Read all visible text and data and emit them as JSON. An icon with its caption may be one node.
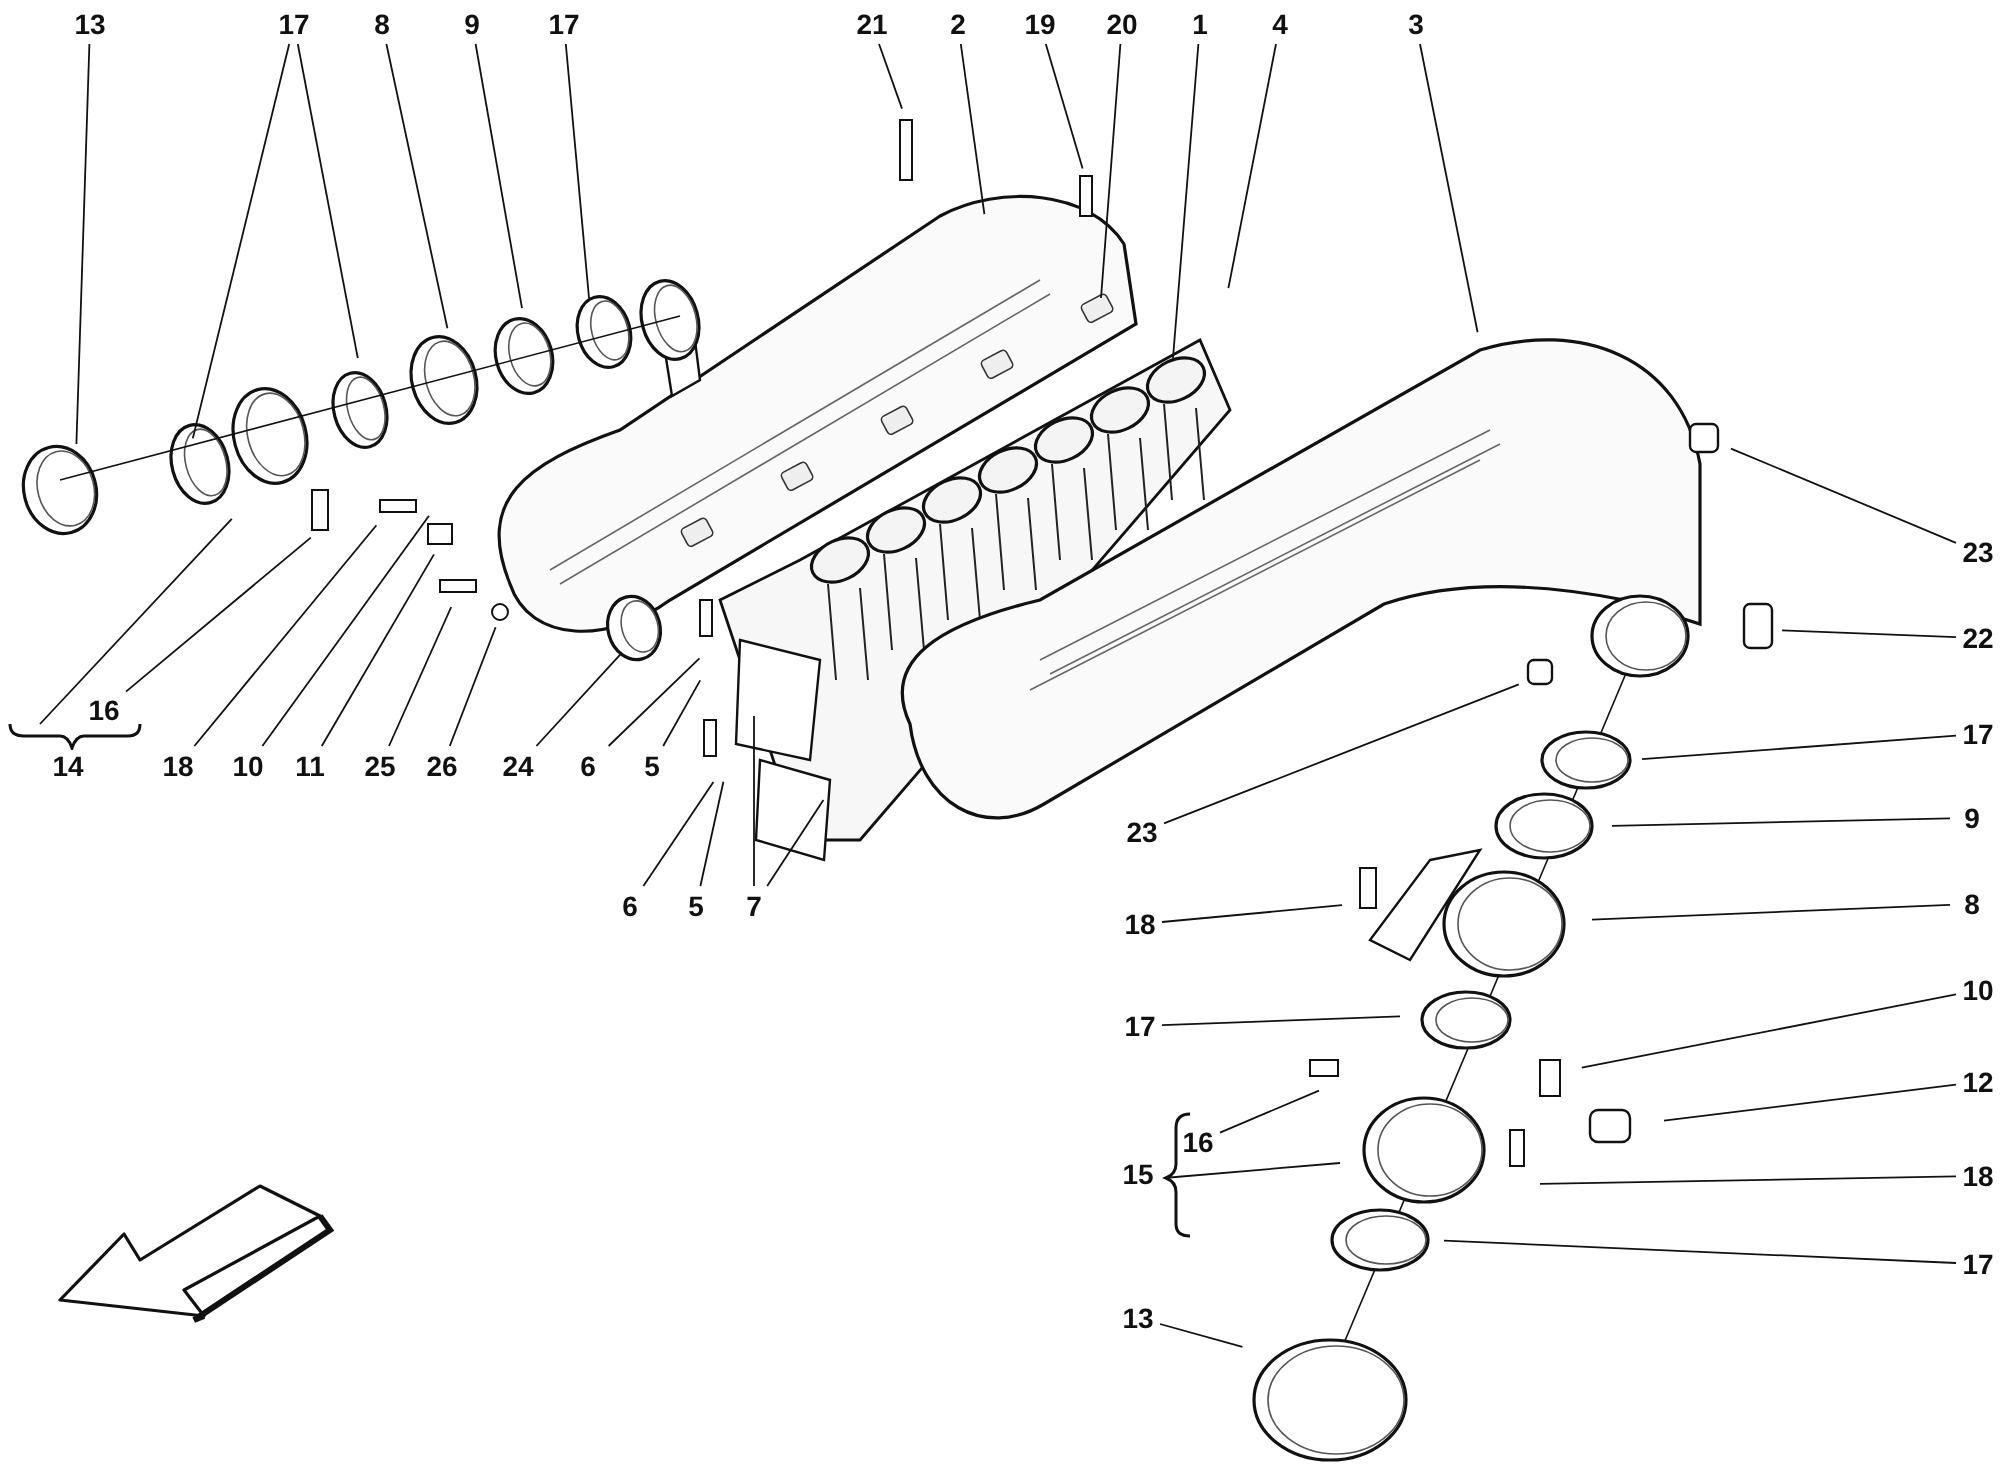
{
  "diagram": {
    "nodes": [
      {
        "text": [
          "13"
        ]
      },
      {
        "text": [
          "17"
        ]
      },
      {
        "text": [
          "8"
        ]
      },
      {
        "text": [
          "9"
        ]
      },
      {
        "text": [
          "17"
        ]
      },
      {
        "text": [
          "21"
        ]
      },
      {
        "text": [
          "2"
        ]
      },
      {
        "text": [
          "19"
        ]
      },
      {
        "text": [
          "20"
        ]
      },
      {
        "text": [
          "1"
        ]
      },
      {
        "text": [
          "4"
        ]
      },
      {
        "text": [
          "3"
        ]
      },
      {
        "text": [
          "16"
        ]
      },
      {
        "text": [
          "14"
        ]
      },
      {
        "text": [
          "18"
        ]
      },
      {
        "text": [
          "10"
        ]
      },
      {
        "text": [
          "11"
        ]
      },
      {
        "text": [
          "25"
        ]
      },
      {
        "text": [
          "26"
        ]
      },
      {
        "text": [
          "24"
        ]
      },
      {
        "text": [
          "6"
        ]
      },
      {
        "text": [
          "5"
        ]
      },
      {
        "text": [
          "6"
        ]
      },
      {
        "text": [
          "5"
        ]
      },
      {
        "text": [
          "7"
        ]
      },
      {
        "text": [
          "23"
        ]
      },
      {
        "text": [
          "22"
        ]
      },
      {
        "text": [
          "23"
        ]
      },
      {
        "text": [
          "17"
        ]
      },
      {
        "text": [
          "9"
        ]
      },
      {
        "text": [
          "8"
        ]
      },
      {
        "text": [
          "18"
        ]
      },
      {
        "text": [
          "17"
        ]
      },
      {
        "text": [
          "10"
        ]
      },
      {
        "text": [
          "12"
        ]
      },
      {
        "text": [
          "16"
        ]
      },
      {
        "text": [
          "15"
        ]
      },
      {
        "text": [
          "18"
        ]
      },
      {
        "text": [
          "17"
        ]
      },
      {
        "text": [
          "13"
        ]
      }
    ],
    "edges": [
      {
        "from": 0,
        "to": null,
        "arrow": "none"
      },
      {
        "from": 1,
        "to": null,
        "arrow": "none"
      },
      {
        "from": 1,
        "to": null,
        "arrow": "none"
      },
      {
        "from": 2,
        "to": null,
        "arrow": "none"
      },
      {
        "from": 3,
        "to": null,
        "arrow": "none"
      },
      {
        "from": 4,
        "to": null,
        "arrow": "none"
      },
      {
        "from": 5,
        "to": null,
        "arrow": "none"
      },
      {
        "from": 6,
        "to": null,
        "arrow": "none"
      },
      {
        "from": 7,
        "to": null,
        "arrow": "none"
      },
      {
        "from": 8,
        "to": null,
        "arrow": "none"
      },
      {
        "from": 9,
        "to": null,
        "arrow": "none"
      },
      {
        "from": 10,
        "to": null,
        "arrow": "none"
      },
      {
        "from": 11,
        "to": null,
        "arrow": "none"
      },
      {
        "from": 12,
        "to": null,
        "arrow": "none"
      },
      {
        "from": 13,
        "to": null,
        "arrow": "none"
      },
      {
        "from": 14,
        "to": null,
        "arrow": "none"
      },
      {
        "from": 15,
        "to": null,
        "arrow": "none"
      },
      {
        "from": 16,
        "to": null,
        "arrow": "none"
      },
      {
        "from": 17,
        "to": null,
        "arrow": "none"
      },
      {
        "from": 18,
        "to": null,
        "arrow": "none"
      },
      {
        "from": 19,
        "to": null,
        "arrow": "none"
      },
      {
        "from": 20,
        "to": null,
        "arrow": "none"
      },
      {
        "from": 21,
        "to": null,
        "arrow": "none"
      },
      {
        "from": 22,
        "to": null,
        "arrow": "none"
      },
      {
        "from": 23,
        "to": null,
        "arrow": "none"
      },
      {
        "from": 24,
        "to": null,
        "arrow": "none"
      },
      {
        "from": 24,
        "to": null,
        "arrow": "none"
      },
      {
        "from": 25,
        "to": null,
        "arrow": "none"
      },
      {
        "from": 26,
        "to": null,
        "arrow": "none"
      },
      {
        "from": 27,
        "to": null,
        "arrow": "none"
      },
      {
        "from": 28,
        "to": null,
        "arrow": "none"
      },
      {
        "from": 29,
        "to": null,
        "arrow": "none"
      },
      {
        "from": 30,
        "to": null,
        "arrow": "none"
      },
      {
        "from": 31,
        "to": null,
        "arrow": "none"
      },
      {
        "from": 32,
        "to": null,
        "arrow": "none"
      },
      {
        "from": 33,
        "to": null,
        "arrow": "none"
      },
      {
        "from": 34,
        "to": null,
        "arrow": "none"
      },
      {
        "from": 35,
        "to": null,
        "arrow": "none"
      },
      {
        "from": 36,
        "to": null,
        "arrow": "none"
      },
      {
        "from": 37,
        "to": null,
        "arrow": "none"
      },
      {
        "from": 38,
        "to": null,
        "arrow": "none"
      },
      {
        "from": 39,
        "to": null,
        "arrow": "none"
      }
    ]
  }
}
